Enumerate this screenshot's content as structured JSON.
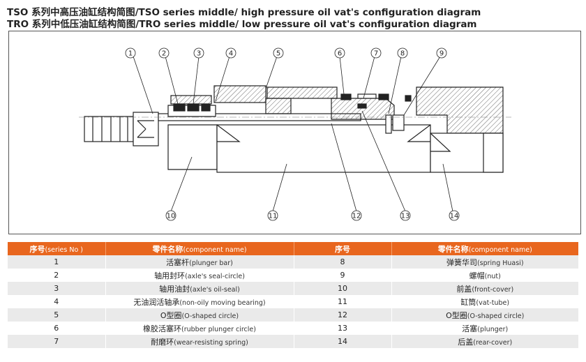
{
  "titles": {
    "line1": "TSO 系列中高压油缸结构简图/TSO series middle/ high pressure oil vat's configuration diagram",
    "line2": "TRO 系列中低压油缸结构简图/TRO series middle/ low pressure oil vat's configuration diagram"
  },
  "callouts": [
    "1",
    "2",
    "3",
    "4",
    "5",
    "6",
    "7",
    "8",
    "9",
    "10",
    "11",
    "12",
    "13",
    "14"
  ],
  "table": {
    "headers": [
      {
        "cn": "序号",
        "en": "(series No )"
      },
      {
        "cn": "零件名称",
        "en": "(component name)"
      },
      {
        "cn": "序号",
        "en": ""
      },
      {
        "cn": "零件名称",
        "en": "(component name)"
      }
    ],
    "rows": [
      {
        "no_left": "1",
        "cn_left": "活塞杆",
        "en_left": "(plunger bar)",
        "no_right": "8",
        "cn_right": "弹簧华司",
        "en_right": "(spring Huasi)"
      },
      {
        "no_left": "2",
        "cn_left": "轴用封环",
        "en_left": "(axle's seal-circle)",
        "no_right": "9",
        "cn_right": "螺帽",
        "en_right": "(nut)"
      },
      {
        "no_left": "3",
        "cn_left": "轴用油封",
        "en_left": "(axle's oil-seal)",
        "no_right": "10",
        "cn_right": "前盖",
        "en_right": "(front-cover)"
      },
      {
        "no_left": "4",
        "cn_left": "无油润活轴承",
        "en_left": "(non-oily moving bearing)",
        "no_right": "11",
        "cn_right": "缸筒",
        "en_right": "(vat-tube)"
      },
      {
        "no_left": "5",
        "cn_left": "O型圈",
        "en_left": "(O-shaped circle)",
        "no_right": "12",
        "cn_right": "O型圈",
        "en_right": "(O-shaped circle)"
      },
      {
        "no_left": "6",
        "cn_left": "橡胶活塞环",
        "en_left": "(rubber plunger circle)",
        "no_right": "13",
        "cn_right": "活塞",
        "en_right": "(plunger)"
      },
      {
        "no_left": "7",
        "cn_left": "耐磨环",
        "en_left": "(wear-resisting spring)",
        "no_right": "14",
        "cn_right": "后盖",
        "en_right": "(rear-cover)"
      }
    ]
  },
  "colors": {
    "header_bg": "#e8661e",
    "stripe": "#eaeaea",
    "line": "#222222"
  }
}
